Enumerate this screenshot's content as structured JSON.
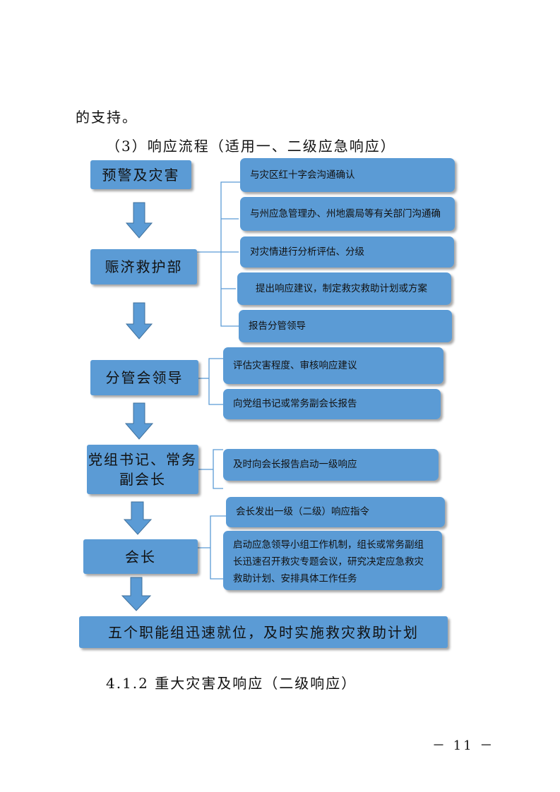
{
  "body": {
    "continued_line": "的支持。",
    "section_title": "（3）响应流程（适用一、二级应急响应）",
    "next_heading": "4.1.2 重大灾害及响应（二级响应）"
  },
  "flowchart": {
    "steps": [
      "预警及灾害",
      "赈济救护部",
      "分管会领导",
      "党组书记、常务副会长",
      "会长",
      "五个职能组迅速就位，及时实施救灾救助计划"
    ],
    "step4_lines": [
      "党组书记、常务",
      "副会长"
    ],
    "relief_tasks": [
      "与灾区红十字会沟通确认",
      "与州应急管理办、州地震局等有关部门沟通确",
      "对灾情进行分析评估、分级",
      "提出响应建议，制定救灾救助计划或方案",
      "报告分管领导"
    ],
    "leader_tasks": [
      "评估灾害程度、审核响应建议",
      "向党组书记或常务副会长报告"
    ],
    "secretary_tasks": [
      "及时向会长报告启动一级响应"
    ],
    "president_tasks": [
      "会长发出一级（二级）响应指令",
      "启动应急领导小组工作机制，组长或常务副组长迅速召开救灾专题会议，研究决定应急救灾救助计划、安排具体工作任务"
    ],
    "president_task2_lines": [
      "启动应急领导小组工作机制，组长或常务副组",
      "长迅速召开救灾专题会议，研究决定应急救灾",
      "救助计划、安排具体工作任务"
    ],
    "box_color": "#5b9bd5",
    "connector_color": "#5b9bd5"
  },
  "footer": {
    "page_number": "－ 11 －"
  }
}
